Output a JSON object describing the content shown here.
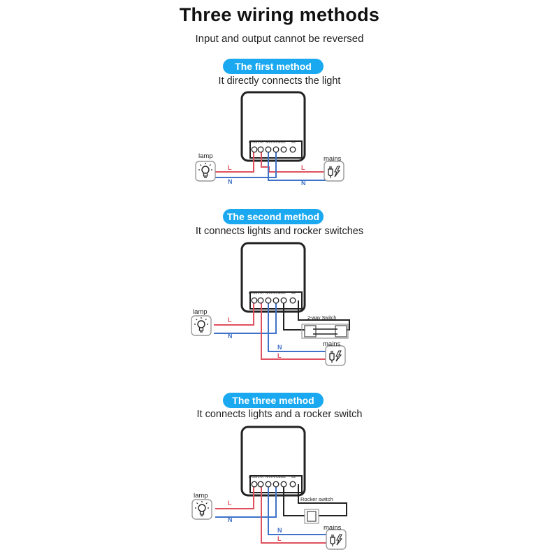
{
  "header": {
    "title": "Three  wiring methods",
    "subtitle": "Input and output cannot be reversed"
  },
  "methods": [
    {
      "pill": "The first method",
      "caption": "It directly connects the light",
      "load_label": "lamp",
      "source_label": "mains"
    },
    {
      "pill": "The second method",
      "caption": "It connects lights and rocker switches",
      "load_label": "lamp",
      "source_label": "mains",
      "switch_label": "2-way Switch"
    },
    {
      "pill": "The three method",
      "caption": "It connects lights and a rocker switch",
      "load_label": "lamp",
      "source_label": "mains",
      "switch_label": "Rocker switch"
    }
  ],
  "terminals": [
    "L-Out",
    "L-in",
    "N-in",
    "N-Out",
    "S1",
    "S2"
  ],
  "wire_labels": {
    "live": "L",
    "neutral": "N"
  },
  "colors": {
    "accent": "#1aa9f0",
    "live": "#e0505e",
    "neutral": "#3f72c9"
  },
  "icons": {
    "load": "light-bulb-icon",
    "source": "power-plug-icon"
  }
}
